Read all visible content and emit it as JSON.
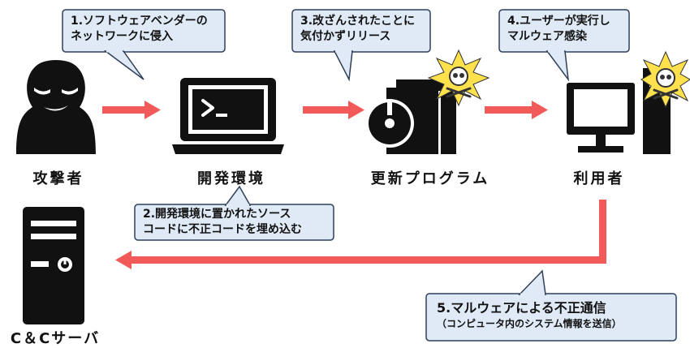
{
  "colors": {
    "arrow": "#f25a5a",
    "callout_fill": "#dfeaf6",
    "callout_border": "#2f3f58",
    "icon": "#111111",
    "skull_star": "#ffe14d",
    "skull_outline": "#333333"
  },
  "actors": {
    "attacker": {
      "label": "攻撃者",
      "icon": "hooded-attacker-icon"
    },
    "dev_env": {
      "label": "開発環境",
      "icon": "laptop-terminal-icon"
    },
    "update_program": {
      "label": "更新プログラム",
      "icon": "software-package-skull-icon"
    },
    "user": {
      "label": "利用者",
      "icon": "desktop-pc-skull-icon"
    },
    "cc_server": {
      "label": "C＆Cサーバ",
      "icon": "server-tower-icon"
    }
  },
  "callouts": {
    "step1": {
      "line1": "1.ソフトウェアベンダーの",
      "line2": "ネットワークに侵入"
    },
    "step2": {
      "line1": "2.開発環境に置かれたソース",
      "line2": "コードに不正コードを埋め込む"
    },
    "step3": {
      "line1": "3.改ざんされたことに",
      "line2": "気付かずリリース"
    },
    "step4": {
      "line1": "4.ユーザーが実行し",
      "line2": "マルウェア感染"
    },
    "step5": {
      "line1": "5.マルウェアによる不正通信",
      "line2": "（コンピュータ内のシステム情報を送信）"
    }
  }
}
